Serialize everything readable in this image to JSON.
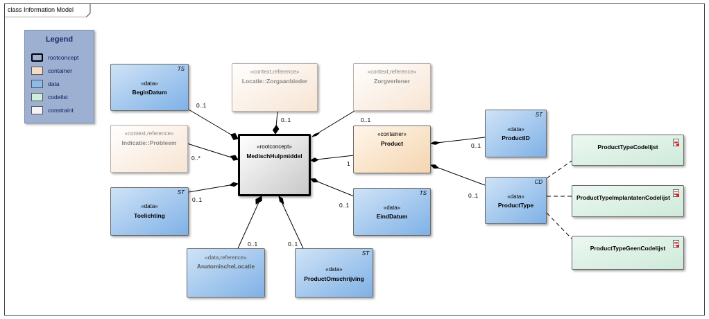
{
  "frame": {
    "title": "class Information Model"
  },
  "legend": {
    "title": "Legend",
    "items": [
      {
        "label": "rootconcept",
        "color": "#ffffff"
      },
      {
        "label": "container",
        "color": "#f4dcc6"
      },
      {
        "label": "data",
        "color": "#8fbbe8"
      },
      {
        "label": "codelist",
        "color": "#cdeedb"
      },
      {
        "label": "constraint",
        "color": "#f4f4f8"
      }
    ]
  },
  "nodes": {
    "begin_datum": {
      "stereotype": "«data»",
      "name": "BeginDatum",
      "tag": "TS"
    },
    "locatie": {
      "stereotype": "«context,reference»",
      "name": "Locatie::Zorgaanbieder"
    },
    "zorgverlener": {
      "stereotype": "«context,reference»",
      "name": "Zorgverlener"
    },
    "indicatie": {
      "stereotype": "«context,reference»",
      "name": "Indicatie::Probleem"
    },
    "medisch": {
      "stereotype": "«rootconcept»",
      "name": "MedischHulpmiddel"
    },
    "product": {
      "stereotype": "«container»",
      "name": "Product"
    },
    "product_id": {
      "stereotype": "«data»",
      "name": "ProductID",
      "tag": "ST"
    },
    "toelichting": {
      "stereotype": "«data»",
      "name": "Toelichting",
      "tag": "ST"
    },
    "eind_datum": {
      "stereotype": "«data»",
      "name": "EindDatum",
      "tag": "TS"
    },
    "product_type": {
      "stereotype": "«data»",
      "name": "ProductType",
      "tag": "CD"
    },
    "anatomische": {
      "stereotype": "«data,reference»",
      "name": "AnatomischeLocatie"
    },
    "omschrijving": {
      "stereotype": "«data»",
      "name": "ProductOmschrijving",
      "tag": "ST"
    },
    "codelist_1": {
      "name": "ProductTypeCodelijst"
    },
    "codelist_2": {
      "name": "ProductTypeImplantatenCodelijst"
    },
    "codelist_3": {
      "name": "ProductTypeGeenCodelijst"
    }
  },
  "multiplicities": {
    "begin_datum": "0..1",
    "locatie": "0..1",
    "zorgverlener": "0..1",
    "indicatie": "0..*",
    "toelichting": "0..1",
    "anatomische": "0..1",
    "omschrijving": "0..1",
    "product": "1",
    "eind_datum": "0..1",
    "product_id": "0..1",
    "product_type": "0..1"
  }
}
